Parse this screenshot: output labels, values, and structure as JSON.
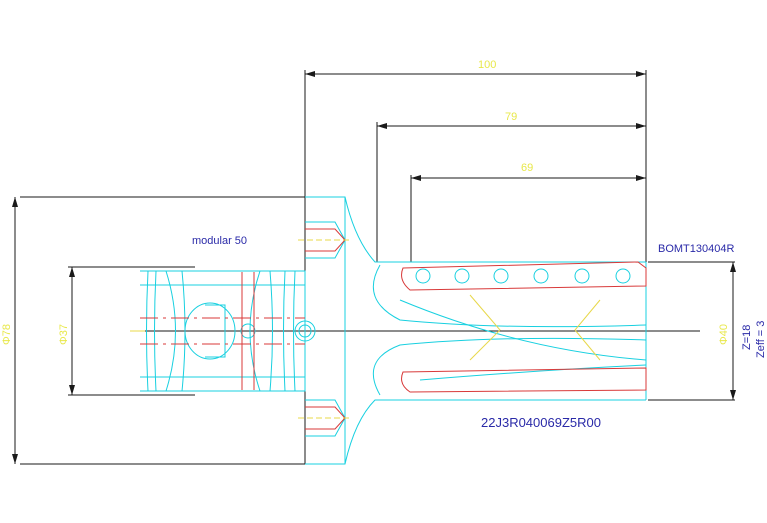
{
  "drawing": {
    "dimensions": {
      "length_100": "100",
      "length_79": "79",
      "length_69": "69",
      "dia_78": "Φ78",
      "dia_37": "Φ37",
      "dia_40": "Φ40"
    },
    "labels": {
      "modular": "modular 50",
      "insert": "BOMT130404R",
      "tool_code": "22J3R040069Z5R00",
      "z_count": "Z=18",
      "z_eff": "Zeff = 3"
    },
    "colors": {
      "outline": "#1a1a1a",
      "construction": "#18d0e0",
      "centerline": "#d83a3a",
      "dimension_text": "#e8e84a",
      "annotation": "#2a2aa8"
    }
  }
}
